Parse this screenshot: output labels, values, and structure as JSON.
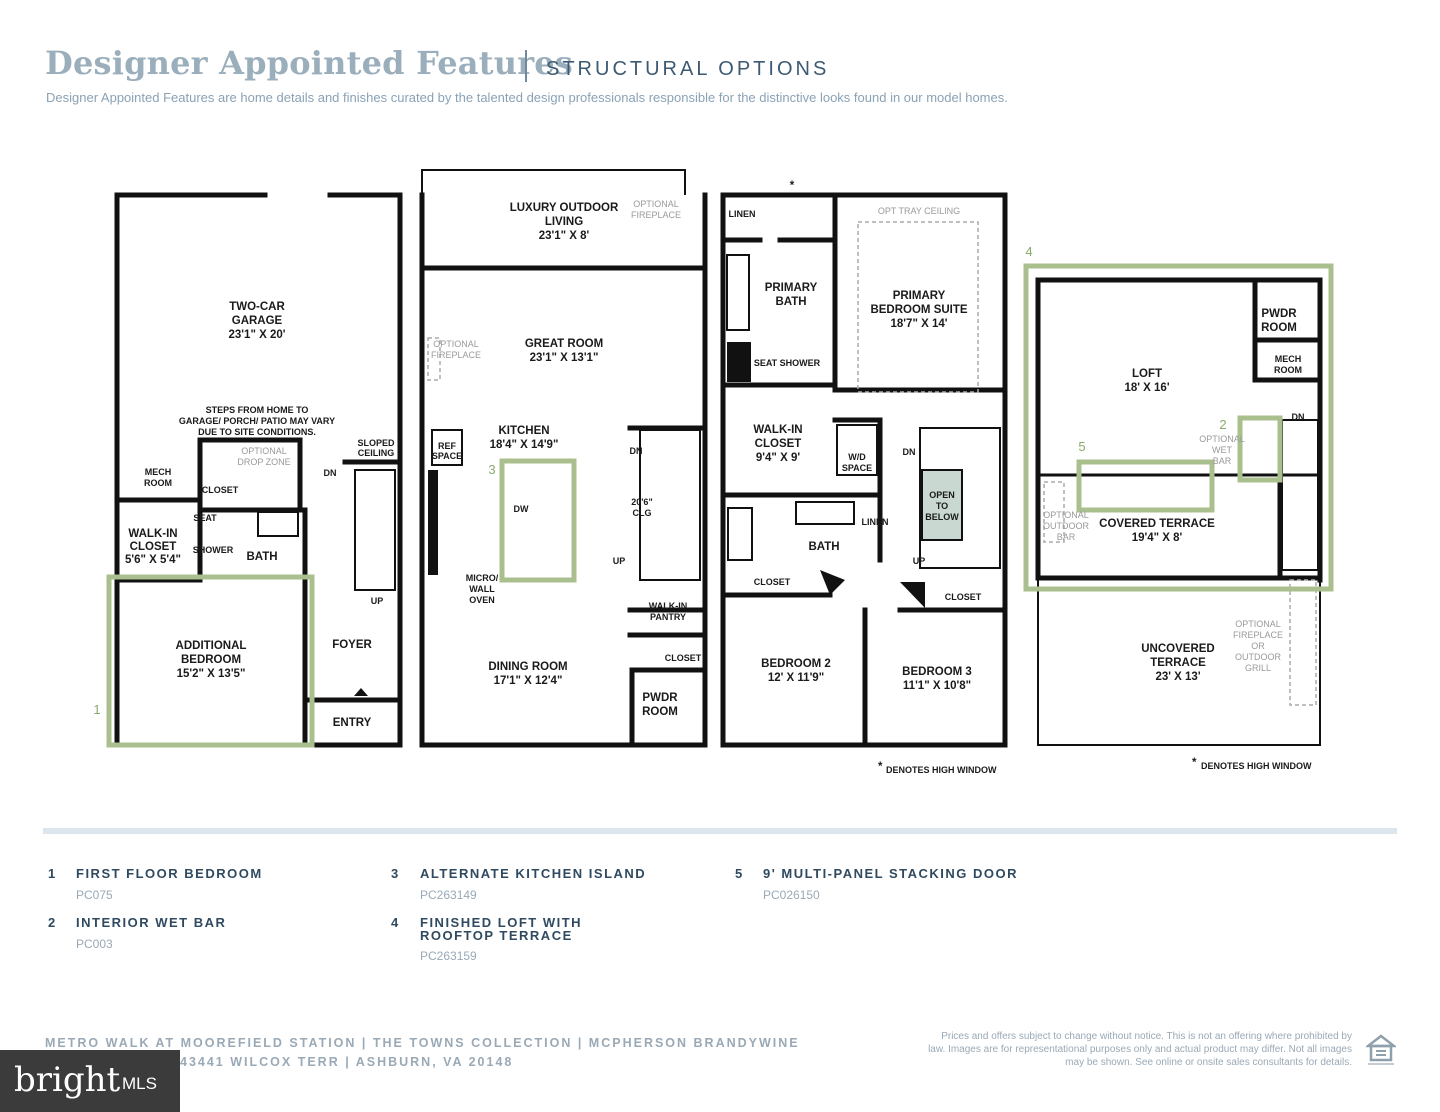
{
  "header": {
    "title": "Designer Appointed Features",
    "subtitle": "STRUCTURAL OPTIONS",
    "tagline": "Designer Appointed Features are home details and finishes curated by the talented design professionals responsible for the distinctive looks found in our model homes."
  },
  "floor1": {
    "garage": [
      "TWO-CAR",
      "GARAGE",
      "23'1\" X 20'"
    ],
    "steps": [
      "STEPS FROM HOME TO",
      "GARAGE/ PORCH/ PATIO MAY VARY",
      "DUE TO SITE CONDITIONS."
    ],
    "sloped": [
      "SLOPED",
      "CEILING"
    ],
    "drop_zone": [
      "OPTIONAL",
      "DROP ZONE"
    ],
    "dn": "DN",
    "mech": [
      "MECH",
      "ROOM"
    ],
    "closet": "CLOSET",
    "walkin": [
      "WALK-IN",
      "CLOSET",
      "5'6\" X 5'4\""
    ],
    "seat": "SEAT",
    "shower": "SHOWER",
    "bath": "BATH",
    "up": "UP",
    "bedroom": [
      "ADDITIONAL",
      "BEDROOM",
      "15'2\" X 13'5\""
    ],
    "foyer": "FOYER",
    "entry": "ENTRY",
    "marker": "1"
  },
  "floor2": {
    "outdoor": [
      "LUXURY OUTDOOR",
      "LIVING",
      "23'1\" X 8'"
    ],
    "opt_fireplace_top": [
      "OPTIONAL",
      "FIREPLACE"
    ],
    "opt_fireplace_left": [
      "OPTIONAL",
      "FIREPLACE"
    ],
    "great_room": [
      "GREAT ROOM",
      "23'1\" X 13'1\""
    ],
    "kitchen": [
      "KITCHEN",
      "18'4\" X 14'9\""
    ],
    "ref": [
      "REF",
      "SPACE"
    ],
    "dw": "DW",
    "dn": "DN",
    "clg": [
      "20'6\"",
      "CLG"
    ],
    "up": "UP",
    "micro": [
      "MICRO/",
      "WALL",
      "OVEN"
    ],
    "pantry": [
      "WALK-IN",
      "PANTRY"
    ],
    "closet": "CLOSET",
    "dining": [
      "DINING ROOM",
      "17'1\" X 12'4\""
    ],
    "pwdr": [
      "PWDR",
      "ROOM"
    ],
    "marker": "3"
  },
  "floor3": {
    "star": "*",
    "linen_top": "LINEN",
    "tray": "OPT TRAY CEILING",
    "primary_bath": [
      "PRIMARY",
      "BATH"
    ],
    "suite": [
      "PRIMARY",
      "BEDROOM SUITE",
      "18'7\" X 14'"
    ],
    "seat_shower": "SEAT SHOWER",
    "walkin": [
      "WALK-IN",
      "CLOSET",
      "9'4\" X 9'"
    ],
    "wd": [
      "W/D",
      "SPACE"
    ],
    "dn": "DN",
    "open": [
      "OPEN",
      "TO",
      "BELOW"
    ],
    "linen": "LINEN",
    "bath": "BATH",
    "up": "UP",
    "closet_left": "CLOSET",
    "closet_right": "CLOSET",
    "bed2": [
      "BEDROOM 2",
      "12' X 11'9\""
    ],
    "bed3": [
      "BEDROOM 3",
      "11'1\" X 10'8\""
    ],
    "note": "DENOTES HIGH WINDOW"
  },
  "floor4": {
    "marker4": "4",
    "pwdr": [
      "PWDR",
      "ROOM"
    ],
    "mech": [
      "MECH",
      "ROOM"
    ],
    "loft": [
      "LOFT",
      "18' X 16'"
    ],
    "marker2": "2",
    "dn": "DN",
    "wet_bar": [
      "OPTIONAL",
      "WET",
      "BAR"
    ],
    "marker5": "5",
    "outdoor_bar": [
      "OPTIONAL",
      "OUTDOOR",
      "BAR"
    ],
    "covered": [
      "COVERED TERRACE",
      "19'4\" X 8'"
    ],
    "uncovered": [
      "UNCOVERED",
      "TERRACE",
      "23' X 13'"
    ],
    "fire_grill": [
      "OPTIONAL",
      "FIREPLACE",
      "OR",
      "OUTDOOR",
      "GRILL"
    ],
    "note": "DENOTES HIGH WINDOW"
  },
  "legend": [
    {
      "num": "1",
      "name": "FIRST FLOOR BEDROOM",
      "code": "PC075"
    },
    {
      "num": "2",
      "name": "INTERIOR WET BAR",
      "code": "PC003"
    },
    {
      "num": "3",
      "name": "ALTERNATE KITCHEN ISLAND",
      "code": "PC263149"
    },
    {
      "num": "4",
      "name": "FINISHED LOFT WITH ROOFTOP TERRACE",
      "code": "PC263159"
    },
    {
      "num": "5",
      "name": "9' MULTI-PANEL STACKING DOOR",
      "code": "PC026150"
    }
  ],
  "footer": {
    "line1": "METRO WALK AT MOOREFIELD STATION  |  THE TOWNS COLLECTION  |  MCPHERSON BRANDYWINE",
    "line2": "43441 WILCOX TERR  |  ASHBURN, VA 20148",
    "disclaimer": "Prices and offers subject to change without notice. This is not an offering where prohibited by law. Images are for representational purposes only and actual product may differ. Not all images may be shown. See online or onsite sales consultants for details.",
    "watermark": "bright",
    "watermark_suffix": "MLS"
  },
  "colors": {
    "option_highlight": "#a9bf8e",
    "title": "#9aaebb",
    "legend": "#2f4a60"
  }
}
